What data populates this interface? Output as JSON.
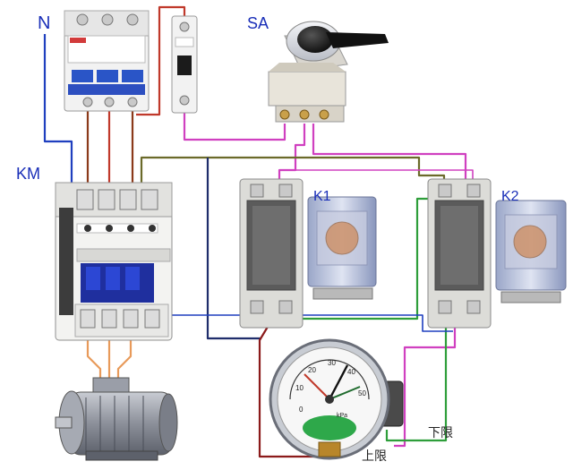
{
  "labels": {
    "n": "N",
    "sa": "SA",
    "km": "KM",
    "k1": "K1",
    "k2": "K2",
    "lower_limit": "下限",
    "upper_limit": "上限"
  },
  "gauge": {
    "ticks": [
      "0",
      "10",
      "20",
      "30",
      "40",
      "50"
    ],
    "unit": "kPa"
  },
  "colors": {
    "label_blue": "#1a2fb8",
    "wire_red": "#c0392b",
    "wire_brown": "#8b3a1a",
    "wire_blue": "#1f3fbf",
    "wire_magenta": "#d040c0",
    "wire_olive": "#6b6a2a",
    "wire_green": "#2e9e3a",
    "wire_darkred": "#8b1a1a",
    "wire_orange": "#e89a5a"
  }
}
